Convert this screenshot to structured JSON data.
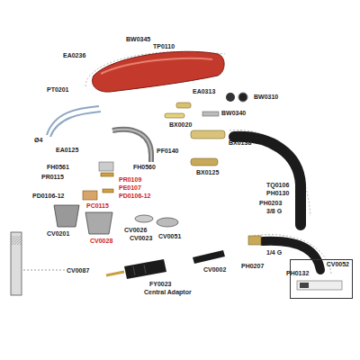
{
  "diagram": {
    "nodes": [
      {
        "text": [
          "CV0052"
        ]
      }
    ],
    "labels": [
      "TP0110",
      "BW0345",
      "EA0236",
      "PT0201",
      "EA0313",
      "BW0310",
      "BW0340",
      "BX0020",
      "Ø4",
      "EA0125",
      "PF0140",
      "BX0138",
      "BX0125",
      "TQ0106",
      "PH0130",
      "FH0561",
      "FH0560",
      "PR0115",
      "PR0109",
      "PE0107",
      "PD0106-12",
      "PD0106-12",
      "PC0115",
      "CV0201",
      "CV0028",
      "CV0026",
      "CV0023",
      "CV0051",
      "PH0203",
      "3/8 G",
      "1/4 G",
      "PH0132",
      "PH0207",
      "CV0002",
      "CV0087",
      "FY0023",
      "Central Adaptor"
    ]
  }
}
